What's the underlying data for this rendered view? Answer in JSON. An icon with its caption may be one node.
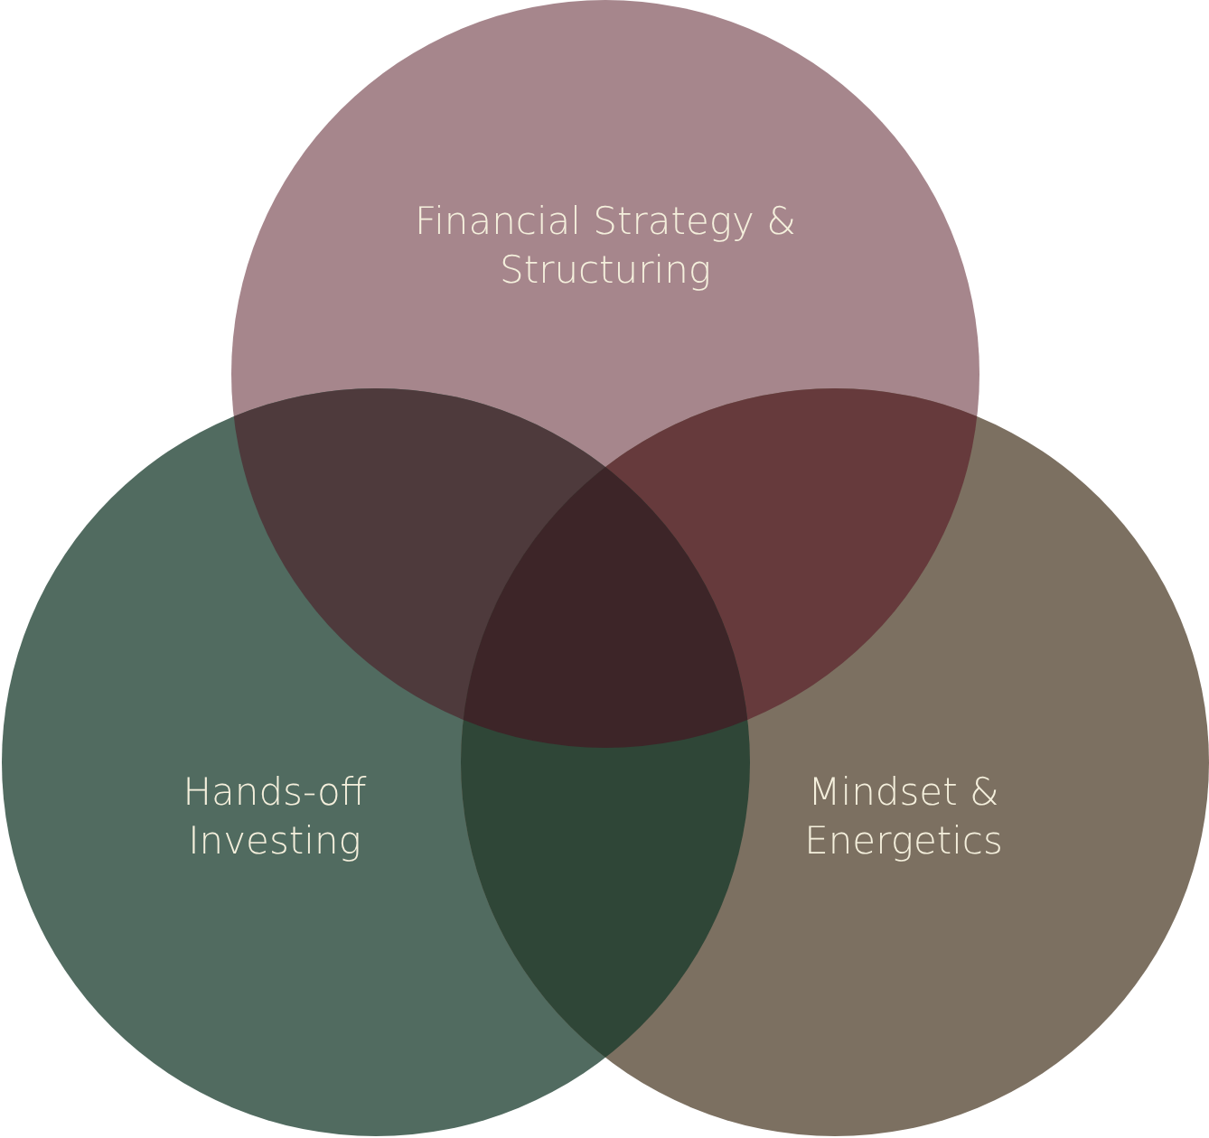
{
  "diagram": {
    "nodes": [
      {
        "text": [
          "Financial Strategy & Structuring"
        ]
      },
      {
        "text": [
          "Hands-off Investing"
        ]
      },
      {
        "text": [
          "Mindset & Energetics"
        ]
      }
    ]
  }
}
